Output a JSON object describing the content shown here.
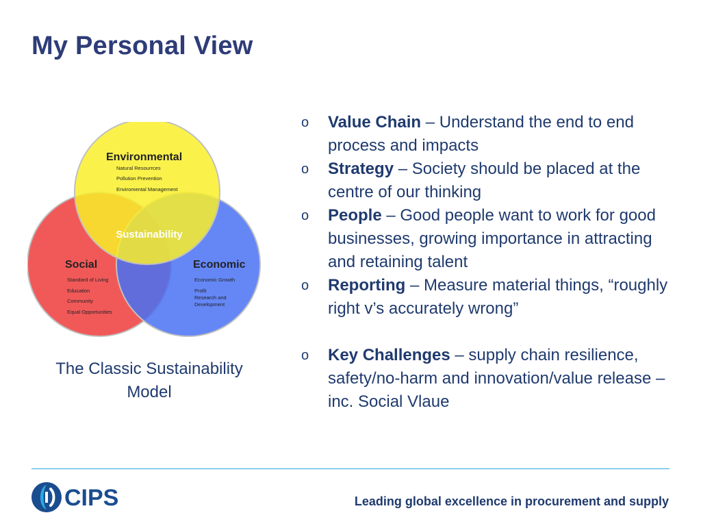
{
  "slide": {
    "title": "My Personal View",
    "diagram": {
      "environmental": {
        "label": "Environmental",
        "items": [
          "Natural Resourrces",
          "Pollution Prevention",
          "Enviromental Management"
        ]
      },
      "social": {
        "label": "Social",
        "items": [
          "Standard of Living",
          "Education",
          "Community",
          "Equal Opportunities"
        ]
      },
      "economic": {
        "label": "Economic",
        "items": [
          "Economic Growth",
          "Profit",
          "Research and",
          "Development"
        ]
      },
      "center_label": "Sustainability",
      "colors": {
        "environmental": "#f9f02c",
        "social": "#ee3c3c",
        "economic": "#4a72f4"
      }
    },
    "caption": "The Classic Sustainability Model",
    "bullets": [
      {
        "term": "Value Chain",
        "text": " – Understand the end to end process and impacts"
      },
      {
        "term": "Strategy",
        "text": " – Society should be placed at the centre of our thinking"
      },
      {
        "term": "People",
        "text": " – Good people want to work for good businesses, growing importance in attracting and retaining talent"
      },
      {
        "term": "Reporting",
        "text": " – Measure material things, “roughly right v’s accurately wrong”"
      },
      {
        "term": "Key  Challenges",
        "text": " – supply chain resilience, safety/no-harm and innovation/value release – inc. Social Vlaue"
      }
    ],
    "bullet_glyph": "o"
  },
  "footer": {
    "logo_text": "CIPS",
    "tagline": "Leading global excellence in procurement and supply",
    "accent_color": "#29a9e1"
  }
}
